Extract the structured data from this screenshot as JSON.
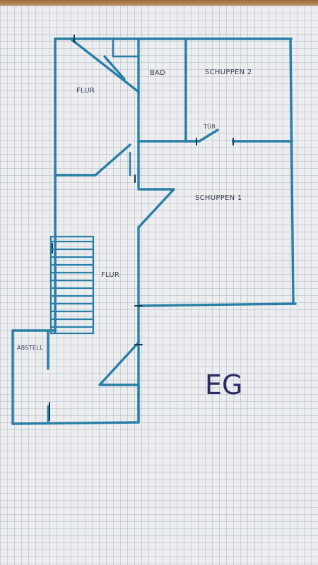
{
  "floor_label": "EG",
  "rooms": {
    "flur_top": "FLUR",
    "bad": "BAD",
    "schuppen_2": "SCHUPPEN 2",
    "schuppen_1": "SCHUPPEN 1",
    "flur_main": "FLUR",
    "abstell": "ABSTELL",
    "door_label": "TÜR"
  },
  "colors": {
    "wall": "#2a7fa6",
    "ink": "#2d2a66",
    "paper": "#ecedef"
  }
}
